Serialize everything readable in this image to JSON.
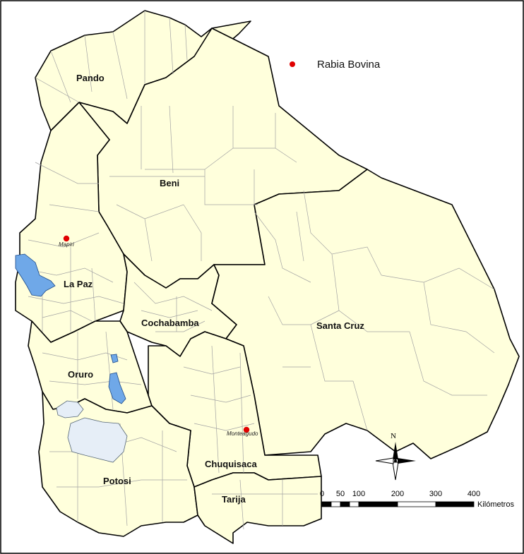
{
  "legend": {
    "label": "Rabia Bovina",
    "marker_color": "#e00000"
  },
  "departments": [
    {
      "id": "pando",
      "label": "Pando"
    },
    {
      "id": "beni",
      "label": "Beni"
    },
    {
      "id": "la-paz",
      "label": "La Paz"
    },
    {
      "id": "cochabamba",
      "label": "Cochabamba"
    },
    {
      "id": "santa-cruz",
      "label": "Santa Cruz"
    },
    {
      "id": "oruro",
      "label": "Oruro"
    },
    {
      "id": "chuquisaca",
      "label": "Chuquisaca"
    },
    {
      "id": "potosi",
      "label": "Potosi"
    },
    {
      "id": "tarija",
      "label": "Tarija"
    }
  ],
  "cases": [
    {
      "id": "mapiri",
      "label": "Mapiri"
    },
    {
      "id": "monteagudo",
      "label": "Monteagudo"
    }
  ],
  "scale_bar": {
    "ticks": [
      "0",
      "50",
      "100",
      "200",
      "300",
      "400"
    ],
    "unit": "Kilómetros"
  },
  "north_arrow": {
    "label": "N"
  },
  "colors": {
    "land": "#ffffdc",
    "water": "#6fa8e8",
    "salt_flat": "#e6eef7",
    "dept_border": "#000000",
    "muni_border": "#a3a3a3"
  }
}
